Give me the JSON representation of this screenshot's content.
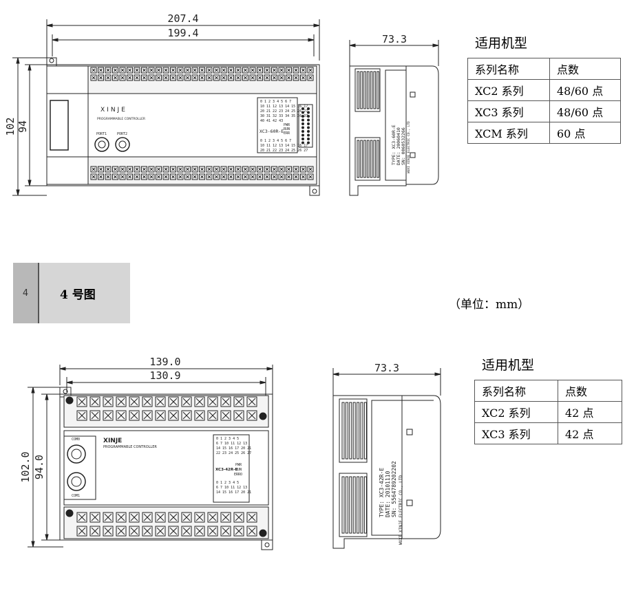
{
  "top": {
    "width_outer": "207.4",
    "width_inner": "199.4",
    "height_outer": "102",
    "height_inner": "94",
    "side_depth": "73.3",
    "brand": "XINJE",
    "subtitle": "PROGRAMMABLE CONTROLLER",
    "port1": "PORT1",
    "port2": "PORT2",
    "model": "XC3-60R-E",
    "status": [
      "PWR",
      "RUN",
      "ERR"
    ],
    "label_lines": [
      "TYPE: XC3-60R-E",
      "DATE: 20060410",
      "SN: 0060532266",
      "WUXI XINJE ELECTRIC CO., LTD"
    ],
    "table_title": "适用机型",
    "table_headers": [
      "系列名称",
      "点数"
    ],
    "table_rows": [
      [
        "XC2 系列",
        "48/60 点"
      ],
      [
        "XC3 系列",
        "48/60 点"
      ],
      [
        "XCM 系列",
        "60 点"
      ]
    ]
  },
  "badge": {
    "number": "4",
    "label": "4 号图"
  },
  "unit_note": "（单位：mm）",
  "bottom": {
    "width_outer": "139.0",
    "width_inner": "130.9",
    "height_outer": "102.0",
    "height_inner": "94.0",
    "side_depth": "73.3",
    "brand": "XINJE",
    "subtitle": "PROGRAMMABLE CONTROLLER",
    "com0": "COM0",
    "com1": "COM1",
    "model": "XC3-42R-E",
    "status": [
      "PWR",
      "RUN",
      "ERRO"
    ],
    "label_lines": [
      "TYPE: XC3-42R-E",
      "DATE: 20101110",
      "SN: 5564789202202",
      "WUXI XINJE ELECTRIC CO., LTD"
    ],
    "table_title": "适用机型",
    "table_headers": [
      "系列名称",
      "点数"
    ],
    "table_rows": [
      [
        "XC2 系列",
        "42 点"
      ],
      [
        "XC3 系列",
        "42 点"
      ]
    ]
  }
}
